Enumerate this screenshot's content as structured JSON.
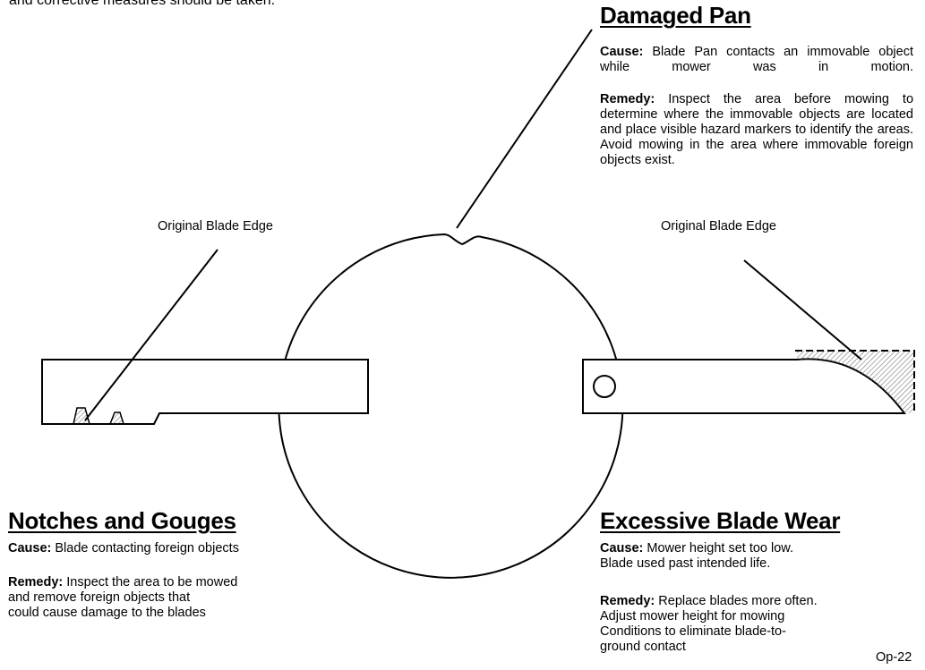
{
  "top_fragment": "and corrective measures should be taken.",
  "damaged_pan": {
    "heading": "Damaged Pan",
    "cause_label": "Cause:",
    "cause_text": "Blade Pan contacts an immovable object while mower was in motion.",
    "remedy_label": "Remedy:",
    "remedy_text": "Inspect the area before mowing to determine where the immovable objects are located and place visible hazard markers to identify the areas. Avoid mowing in the area where immovable foreign objects exist."
  },
  "labels": {
    "original_edge_left": "Original Blade Edge",
    "original_edge_right": "Original Blade Edge"
  },
  "notches": {
    "heading": "Notches and Gouges",
    "cause_label": "Cause:",
    "cause_text": "Blade contacting foreign objects",
    "remedy_label": "Remedy:",
    "remedy_lines": [
      "Inspect the area to be mowed",
      "and remove foreign objects that",
      "could cause damage to the blades"
    ]
  },
  "wear": {
    "heading": "Excessive Blade Wear",
    "cause_label": "Cause:",
    "cause_lines": [
      "Mower height set too low.",
      "Blade used past intended life."
    ],
    "remedy_label": "Remedy:",
    "remedy_lines": [
      "Replace blades more often.",
      "Adjust mower height for mowing",
      "Conditions to eliminate blade-to-",
      "ground contact"
    ]
  },
  "page_number": "Op-22",
  "colors": {
    "line": "#000000",
    "hatch": "#777777"
  },
  "icons": {
    "blade_hole": "circle"
  }
}
